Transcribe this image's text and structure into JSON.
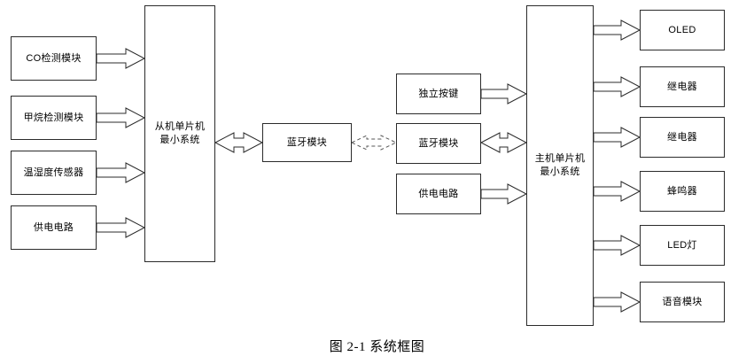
{
  "diagram": {
    "caption": "图 2-1 系统框图",
    "title": "系统框图",
    "figure_number": "图 2-1",
    "stroke_color": "#2b2b2b",
    "background_color": "#ffffff",
    "dashed_link_color": "#555555"
  },
  "slave_inputs": [
    {
      "label": "CO检测模块"
    },
    {
      "label": "甲烷检测模块"
    },
    {
      "label": "温湿度传感器"
    },
    {
      "label": "供电电路"
    }
  ],
  "slave_mcu": {
    "label": "从机单片机\n最小系统"
  },
  "slave_bluetooth": {
    "label": "蓝牙模块"
  },
  "wireless_link": {
    "style": "dashed-double-arrow",
    "label": ""
  },
  "host_inputs": [
    {
      "label": "独立按键"
    },
    {
      "label": "蓝牙模块"
    },
    {
      "label": "供电电路"
    }
  ],
  "host_mcu": {
    "label": "主机单片机\n最小系统"
  },
  "host_outputs": [
    {
      "label": "OLED"
    },
    {
      "label": "继电器"
    },
    {
      "label": "继电器"
    },
    {
      "label": "蜂鸣器"
    },
    {
      "label": "LED灯"
    },
    {
      "label": "语音模块"
    }
  ]
}
